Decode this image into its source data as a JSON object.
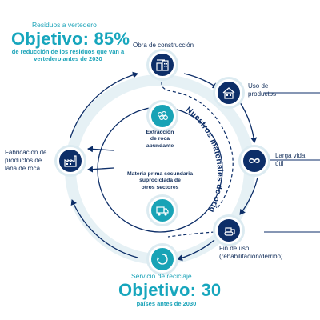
{
  "colors": {
    "navy": "#0d2e68",
    "teal": "#18a3b6",
    "ring": "#e6f1f5"
  },
  "top_goal": {
    "label": "Residuos a vertedero",
    "headline": "Objetivo: 85%",
    "subtitle_line1": "de reducción de los residuos que van a",
    "subtitle_line2": "vertedero antes de  2030"
  },
  "bottom_goal": {
    "label": "Servicio de reciclaje",
    "headline": "Objetivo: 30",
    "subtitle": "países antes de 2030"
  },
  "steps": {
    "construction": "Obra de construcción",
    "use_line1": "Uso de",
    "use_line2": "productos",
    "long_life_line1": "Larga vida",
    "long_life_line2": "útil",
    "end_of_use_line1": "Fin de uso",
    "end_of_use_line2": "(rehabilitación/derribo)",
    "manufacture_line1": "Fabricación de",
    "manufacture_line2": "productos de",
    "manufacture_line3": "lana de roca"
  },
  "center": {
    "extraction_line1": "Extracción",
    "extraction_line2": "de roca",
    "extraction_line3": "abundante",
    "secondary_line1": "Materia prima secundaria",
    "secondary_line2": "suprociclada de",
    "secondary_line3": "otros sectores"
  },
  "curved_text": "Nuestros materiales de origen",
  "icons": {
    "construction": "building-crane-icon",
    "use": "house-icon",
    "long_life": "infinity-icon",
    "end_of_use": "bulldozer-icon",
    "recycling": "recycle-icon",
    "manufacture": "factory-icon",
    "extraction": "rock-icon",
    "secondary": "truck-icon"
  }
}
